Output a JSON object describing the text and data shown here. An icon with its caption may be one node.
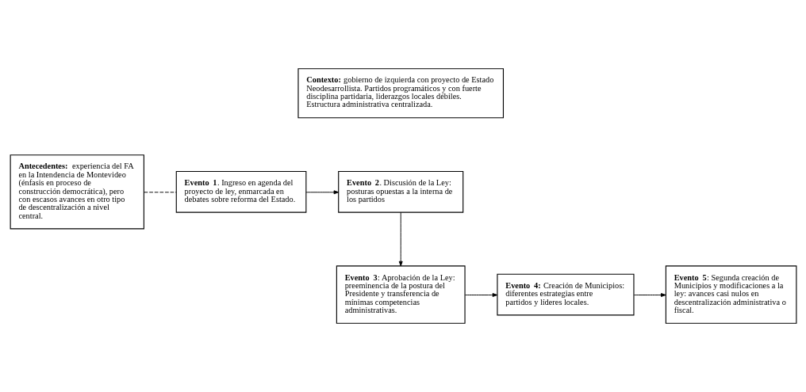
{
  "diagram": {
    "nodes": [
      {
        "text": [
          "**Contexto:** gobierno de izquierda con proyecto de Estado Neodesarrollista. Partidos programáticos y con fuerte disciplina partidaria, liderazgos locales débiles. Estructura administrativa centralizada."
        ]
      },
      {
        "text": [
          "**Antecedentes:** experiencia del FA en la Intendencia de Montevideo (énfasis en proceso de construcción democrática), pero con escasos avances en otro tipo de descentralización a nivel central."
        ]
      },
      {
        "text": [
          "**Evento 1**. Ingreso en agenda del proyecto de ley, enmarcada en debates sobre reforma del Estado."
        ]
      },
      {
        "text": [
          "**Evento 2**. Discusión de la Ley: posturas opuestas a la interna de los partidos"
        ]
      },
      {
        "text": [
          "**Evento 3**: Aprobación de la Ley: preeminencia de la postura del Presidente y transferencia de mínimas competencias administrativas."
        ]
      },
      {
        "text": [
          "**Evento 4:** Creación de Municipios: diferentes estrategias entre partidos y líderes locales."
        ]
      },
      {
        "text": [
          "**Evento 5**: Segunda creación de Municipios y modificaciones a la ley: avances casi nulos en descentralización administrativa o fiscal."
        ]
      }
    ],
    "edges": [
      {
        "from": 1,
        "to": 2,
        "arrow": "none",
        "style": "dashed"
      },
      {
        "from": 2,
        "to": 3,
        "arrow": "to"
      },
      {
        "from": 3,
        "to": 4,
        "arrow": "to"
      },
      {
        "from": 4,
        "to": 5,
        "arrow": "to"
      },
      {
        "from": 5,
        "to": 6,
        "arrow": "to"
      }
    ]
  }
}
